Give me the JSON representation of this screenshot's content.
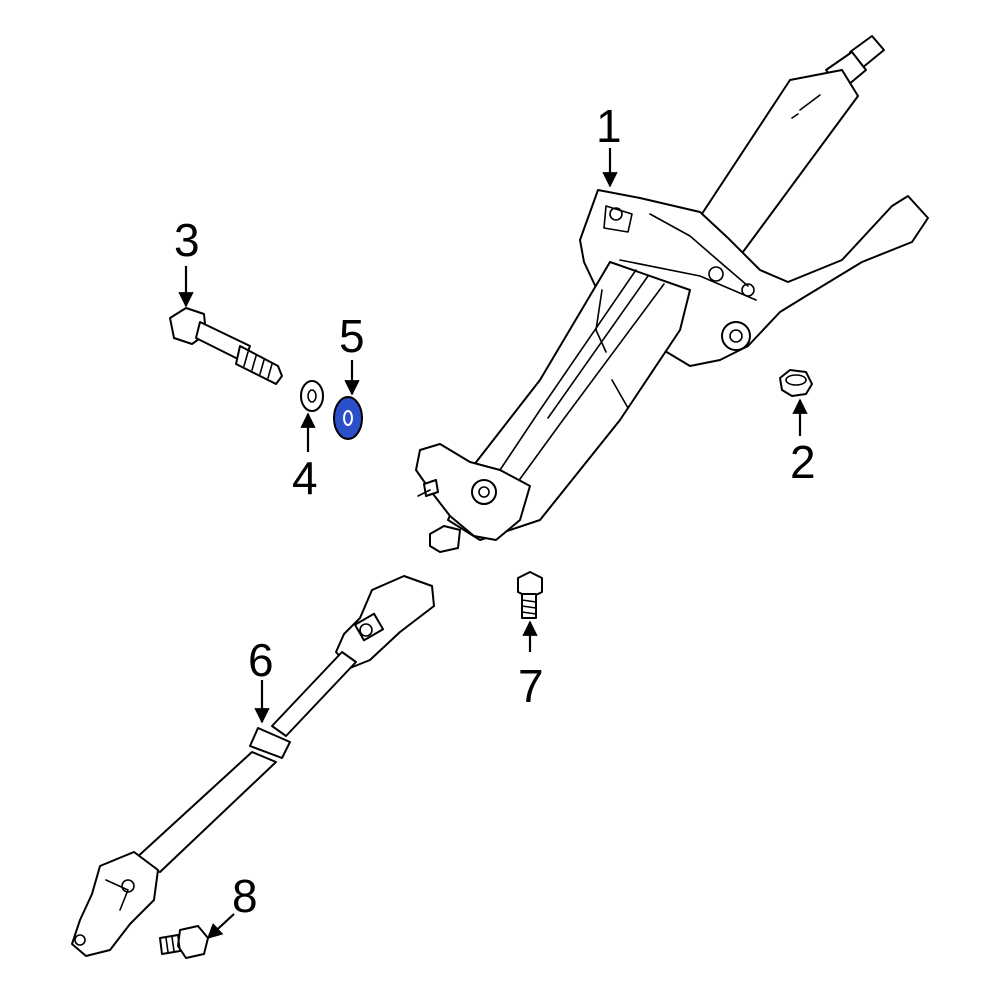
{
  "callouts": [
    {
      "id": "1",
      "label": "1"
    },
    {
      "id": "2",
      "label": "2"
    },
    {
      "id": "3",
      "label": "3"
    },
    {
      "id": "4",
      "label": "4"
    },
    {
      "id": "5",
      "label": "5"
    },
    {
      "id": "6",
      "label": "6"
    },
    {
      "id": "7",
      "label": "7"
    },
    {
      "id": "8",
      "label": "8"
    }
  ],
  "colors": {
    "line": "#000000",
    "background": "#ffffff",
    "highlight": "#2b4fc9"
  },
  "highlighted_part": "5"
}
